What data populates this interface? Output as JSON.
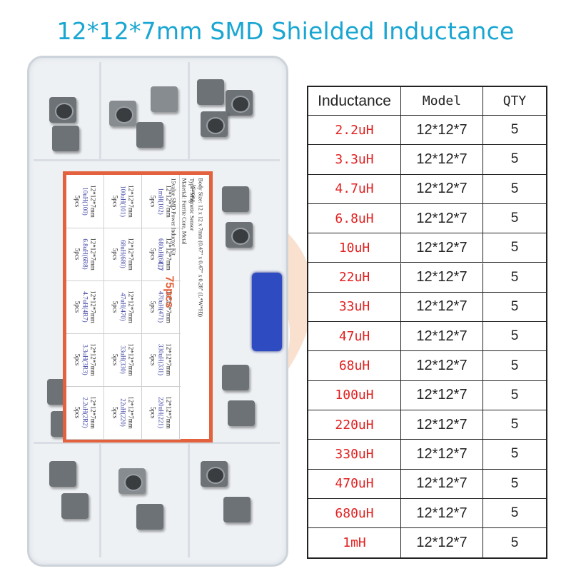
{
  "title": "12*12*7mm SMD Shielded Inductance",
  "table": {
    "headers": [
      "Inductance",
      "Model",
      "QTY"
    ],
    "rows": [
      [
        "2.2uH",
        "12*12*7",
        "5"
      ],
      [
        "3.3uH",
        "12*12*7",
        "5"
      ],
      [
        "4.7uH",
        "12*12*7",
        "5"
      ],
      [
        "6.8uH",
        "12*12*7",
        "5"
      ],
      [
        "10uH",
        "12*12*7",
        "5"
      ],
      [
        "22uH",
        "12*12*7",
        "5"
      ],
      [
        "33uH",
        "12*12*7",
        "5"
      ],
      [
        "47uH",
        "12*12*7",
        "5"
      ],
      [
        "68uH",
        "12*12*7",
        "5"
      ],
      [
        "100uH",
        "12*12*7",
        "5"
      ],
      [
        "220uH",
        "12*12*7",
        "5"
      ],
      [
        "330uH",
        "12*12*7",
        "5"
      ],
      [
        "470uH",
        "12*12*7",
        "5"
      ],
      [
        "680uH",
        "12*12*7",
        "5"
      ],
      [
        "1mH",
        "12*12*7",
        "5"
      ]
    ]
  },
  "label": {
    "cells": [
      [
        "12*12*7mm",
        "10uH(100)",
        "5pcs"
      ],
      [
        "12*12*7mm",
        "100uH(101)",
        "5pcs"
      ],
      [
        "12*12*7mm",
        "1mH(102)",
        "5pcs"
      ],
      [
        "12*12*7mm",
        "6.8uH(6R8)",
        "5pcs"
      ],
      [
        "12*12*7mm",
        "68uH(680)",
        "5pcs"
      ],
      [
        "12*12*7mm",
        "680uH(681)",
        "5pcs"
      ],
      [
        "12*12*7mm",
        "4.7uH(4R7)",
        "5pcs"
      ],
      [
        "12*12*7mm",
        "47uH(470)",
        "5pcs"
      ],
      [
        "12*12*7mm",
        "470uH(471)",
        "5pcs"
      ],
      [
        "12*12*7mm",
        "3.3uH(3R3)",
        "5pcs"
      ],
      [
        "12*12*7mm",
        "33uH(330)",
        "5pcs"
      ],
      [
        "12*12*7mm",
        "330uH(331)",
        "5pcs"
      ],
      [
        "12*12*7mm",
        "2.2uH(2R2)",
        "5pcs"
      ],
      [
        "12*12*7mm",
        "22uH(220)",
        "5pcs"
      ],
      [
        "12*12*7mm",
        "220uH(221)",
        "5pcs"
      ]
    ],
    "kit_code": "C7",
    "kit_count": "75pcs",
    "kit_name": "15value SMD Power Inductor Kit",
    "material": "Material: Ferrite Core, Metal",
    "type": "Type: Magnetic Sensor",
    "body_size": "Body Size: 12 x 12 x 7mm (0.47\" x 0.47\" x 0.28\" (L*W*H))",
    "warning": "Warning"
  },
  "colors": {
    "title": "#1aa6d2",
    "inductance_text": "#e12020",
    "label_border": "#e3623d",
    "clip": "#2f4bc1"
  }
}
